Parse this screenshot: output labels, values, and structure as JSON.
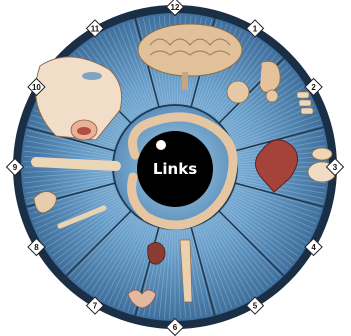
{
  "center": {
    "label": "Links"
  },
  "clock_markers": [
    "12",
    "1",
    "2",
    "3",
    "4",
    "5",
    "6",
    "7",
    "8",
    "9",
    "10",
    "11"
  ],
  "colors": {
    "iris_blue": "#5f95c0",
    "outer_ring": "#1a2e45",
    "pupil": "#000000",
    "organ_tan": "#d8b48a",
    "intestine": "#e6c6a2"
  },
  "organs": [
    {
      "name": "brain-icon"
    },
    {
      "name": "ear-icon"
    },
    {
      "name": "spine-icon"
    },
    {
      "name": "heart-icon"
    },
    {
      "name": "lung-icon"
    },
    {
      "name": "kidney-icon"
    },
    {
      "name": "leg-icon"
    },
    {
      "name": "uterus-icon"
    },
    {
      "name": "face-icon"
    },
    {
      "name": "mouth-icon"
    },
    {
      "name": "shoulder-icon"
    },
    {
      "name": "intestine-icon"
    }
  ]
}
